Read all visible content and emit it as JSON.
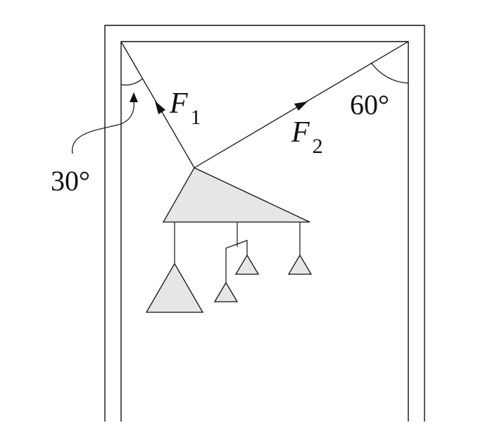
{
  "labels": {
    "force1_symbol": "F",
    "force1_sub": "1",
    "force2_symbol": "F",
    "force2_sub": "2",
    "angle_left": "30°",
    "angle_right": "60°"
  },
  "colors": {
    "line": "#111111",
    "shape_fill": "#e6e6e6",
    "background": "#ffffff"
  }
}
